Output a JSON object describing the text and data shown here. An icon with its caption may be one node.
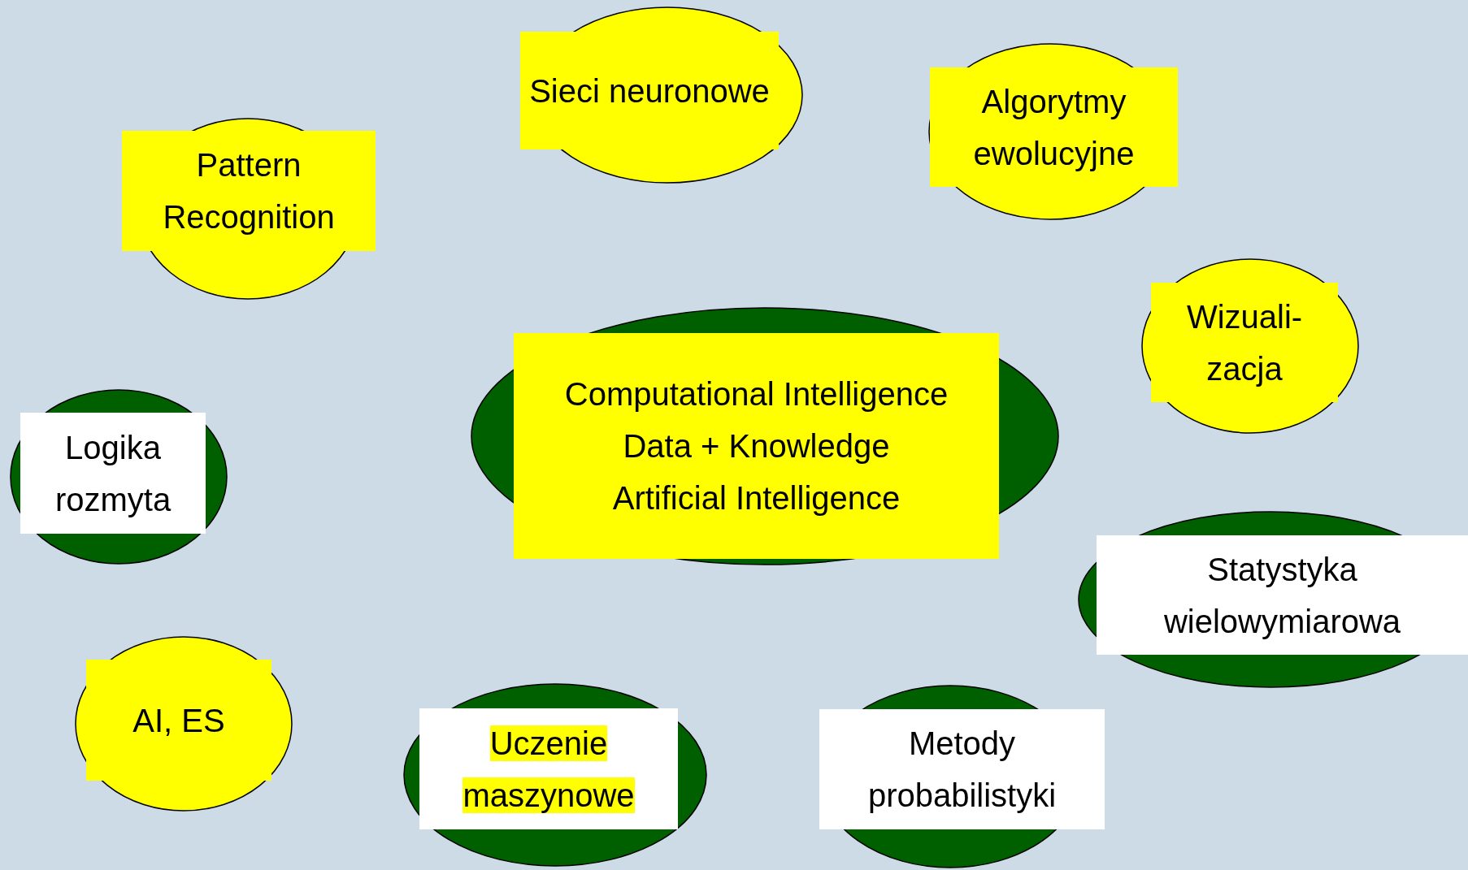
{
  "diagram": {
    "nodes": [
      {
        "text": [
          "Sieci neuronowe"
        ]
      },
      {
        "text": [
          "Algorytmy ewolucyjne"
        ]
      },
      {
        "text": [
          "Pattern Recognition"
        ]
      },
      {
        "text": [
          "Wizuali- zacja"
        ]
      },
      {
        "text": [
          "Computational Intelligence",
          "Data + Knowledge",
          "Artificial Intelligence"
        ]
      },
      {
        "text": [
          "Logika rozmyta"
        ]
      },
      {
        "text": [
          "Statystyka wielowymiarowa"
        ]
      },
      {
        "text": [
          "AI, ES"
        ]
      },
      {
        "text": [
          "Uczenie maszynowe"
        ]
      },
      {
        "text": [
          "Metody probabilistyki"
        ]
      }
    ]
  }
}
